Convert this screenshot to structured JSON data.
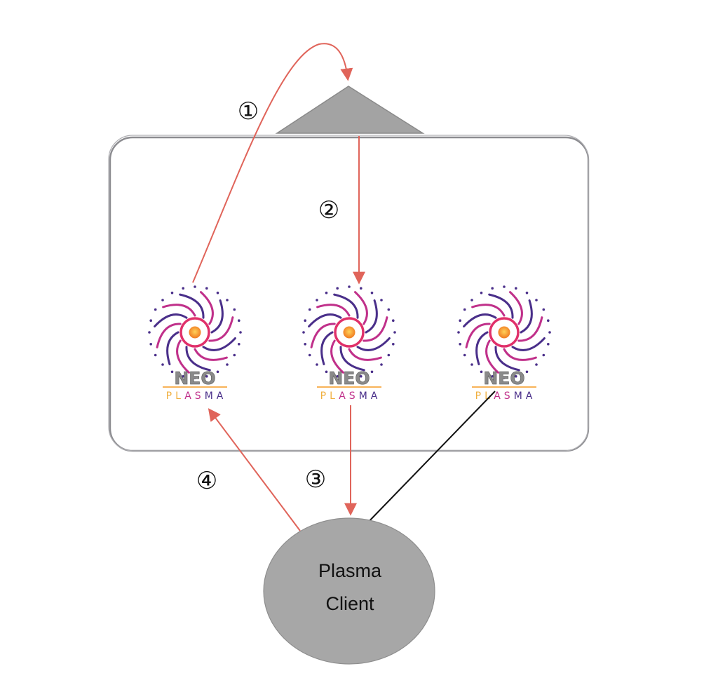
{
  "colors": {
    "arrow": "#e0645a",
    "connector": "#111111",
    "triangle": "#a3a3a3",
    "container_border": "#8c8c90",
    "client_fill": "#a7a7a7",
    "logo_purple": "#4a2f8a",
    "logo_magenta": "#c0308a",
    "logo_ring": "#e0306a",
    "logo_core": "#f59a20",
    "logo_plasma": "#f0b040"
  },
  "steps": [
    "①",
    "②",
    "③",
    "④"
  ],
  "nodes": [
    {
      "logo_line1": "NEO",
      "logo_line2": "PLASMA"
    },
    {
      "logo_line1": "NEO",
      "logo_line2": "PLASMA"
    },
    {
      "logo_line1": "NEO",
      "logo_line2": "PLASMA"
    }
  ],
  "client": {
    "line1": "Plasma",
    "line2": "Client"
  }
}
